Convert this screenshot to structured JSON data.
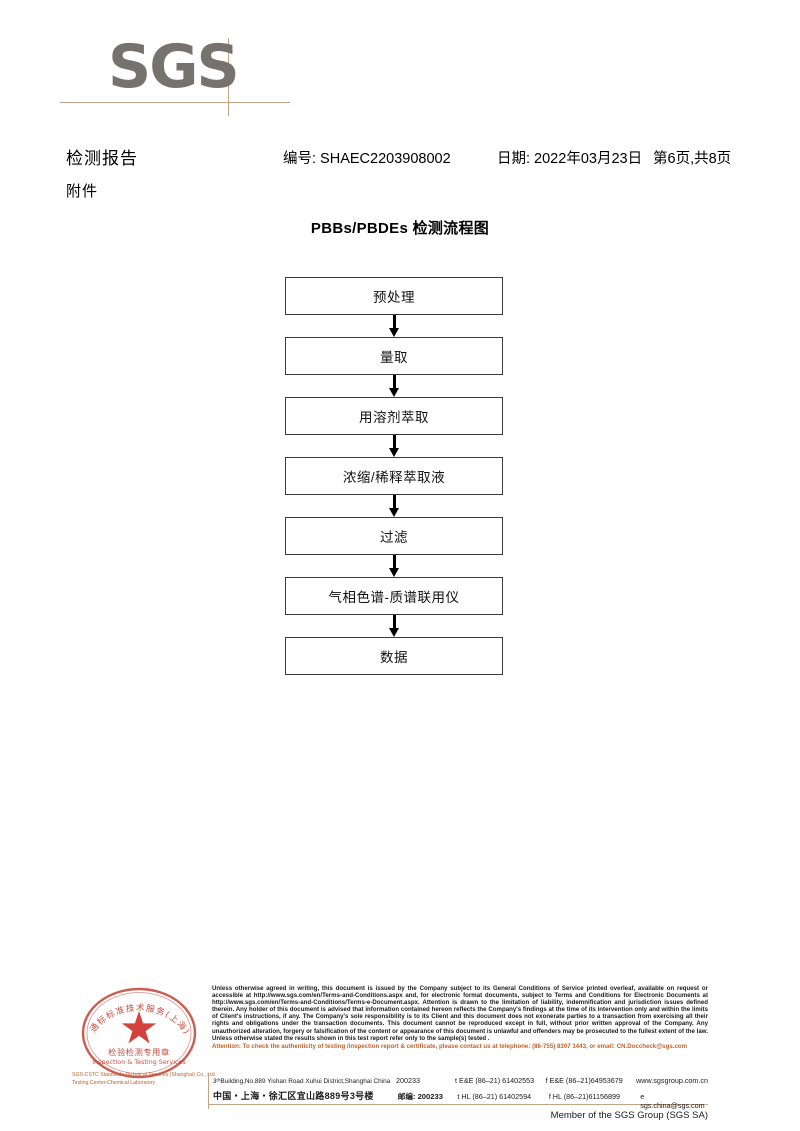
{
  "logo": {
    "text": "SGS",
    "color": "#76736f",
    "rule_color": "#c3a484"
  },
  "header": {
    "title": "检测报告",
    "attachment_label": "附件",
    "report_no": "编号: SHAEC2203908002",
    "date": "日期: 2022年03月23日",
    "page": "第6页,共8页"
  },
  "flowchart": {
    "title": "PBBs/PBDEs 检测流程图",
    "type": "flow",
    "steps": [
      {
        "label": "预处理"
      },
      {
        "label": "量取"
      },
      {
        "label": "用溶剂萃取"
      },
      {
        "label": "浓缩/稀释萃取液"
      },
      {
        "label": "过滤"
      },
      {
        "label": "气相色谱-质谱联用仪"
      },
      {
        "label": "数据"
      }
    ]
  },
  "stamp": {
    "outer_text": "SGS通标标准技术服务(上海)有限公司",
    "center_text": "检验检测专用章",
    "sub_text": "Inspection & Testing Services",
    "color": "#c0392b"
  },
  "footer": {
    "entity_line1": "SGS-CSTC Standards Technical Services (Shanghai) Co., Ltd.",
    "entity_line2": "Testing Center-Chemical Laboratory",
    "legal_text": "Unless otherwise agreed in writing, this document is issued by the Company subject to its General Conditions of Service printed overleaf, available on request or accessible at http://www.sgs.com/en/Terms-and-Conditions.aspx and, for electronic format documents, subject to Terms and Conditions for Electronic Documents at http://www.sgs.com/en/Terms-and-Conditions/Terms-e-Document.aspx. Attention is drawn to the limitation of liability, indemnification and jurisdiction issues defined therein. Any holder of this document is advised that information contained hereon reflects the Company's findings at the time of its intervention only and within the limits of Client's instructions, if any. The Company's sole responsibility is to its Client and this document does not exonerate parties to a transaction from exercising all their rights and obligations under the transaction documents. This document cannot be reproduced except in full, without prior written approval of the Company. Any unauthorized alteration, forgery or falsification of the content or appearance of this document is unlawful and offenders may be prosecuted to the fullest extent of the law. Unless otherwise stated the results shown in this test report refer only to the sample(s) tested .",
    "attention_text": "Attention: To check the authenticity of testing /inspection report & certificate, please contact us at telephone: (86-755) 8307 1443, or email: CN.Doccheck@sgs.com",
    "attention_color": "#c0622a",
    "address": {
      "en": {
        "street": "3ᵗʰBuilding,No.889 Yishan Road Xuhui District,Shanghai China",
        "zip": "200233",
        "tel": "t E&E (86–21) 61402553",
        "fax": "f E&E (86–21)64953679",
        "web": "www.sgsgroup.com.cn"
      },
      "cn": {
        "street": "中国・上海・徐汇区宜山路889号3号楼",
        "zip": "邮编: 200233",
        "tel": "t HL (86–21) 61402594",
        "fax": "f HL (86–21)61156899",
        "web": "e sgs.china@sgs.com"
      }
    },
    "member_line": "Member of the SGS Group (SGS SA)"
  }
}
